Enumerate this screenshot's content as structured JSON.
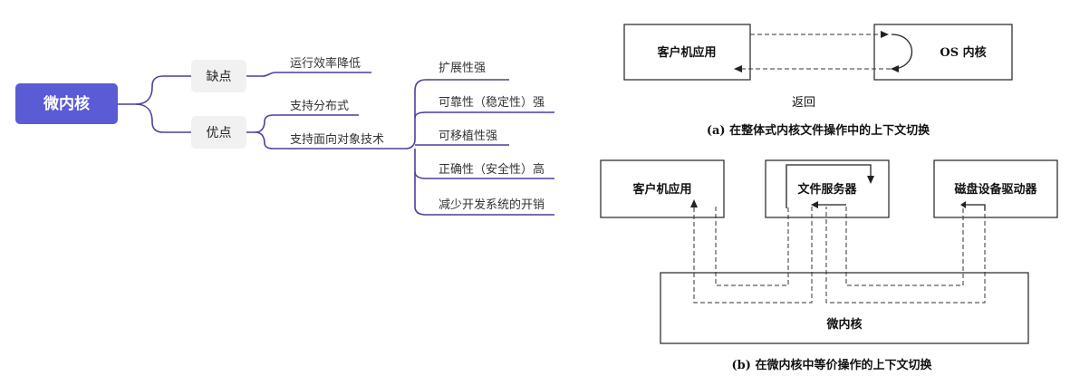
{
  "colors": {
    "accent": "#5b5bd6",
    "mindmap_line": "#4a3f9e",
    "node_bg": "#f1f1f1"
  },
  "mindmap": {
    "root": "微内核",
    "disadvantage": {
      "label": "缺点",
      "items": [
        "运行效率降低"
      ]
    },
    "advantage": {
      "label": "优点",
      "items": [
        "支持分布式",
        "支持面向对象技术"
      ],
      "sub_items": [
        "扩展性强",
        "可靠性（稳定性）强",
        "可移植性强",
        "正确性（安全性）高",
        "减少开发系统的开销"
      ]
    }
  },
  "figure_a": {
    "client_label": "客户机应用",
    "os_label": "OS 内核",
    "return_label": "返回",
    "caption": "(a) 在整体式内核文件操作中的上下文切换"
  },
  "figure_b": {
    "client_label": "客户机应用",
    "file_server_label": "文件服务器",
    "disk_driver_label": "磁盘设备驱动器",
    "kernel_label": "微内核",
    "caption": "(b) 在微内核中等价操作的上下文切换"
  }
}
